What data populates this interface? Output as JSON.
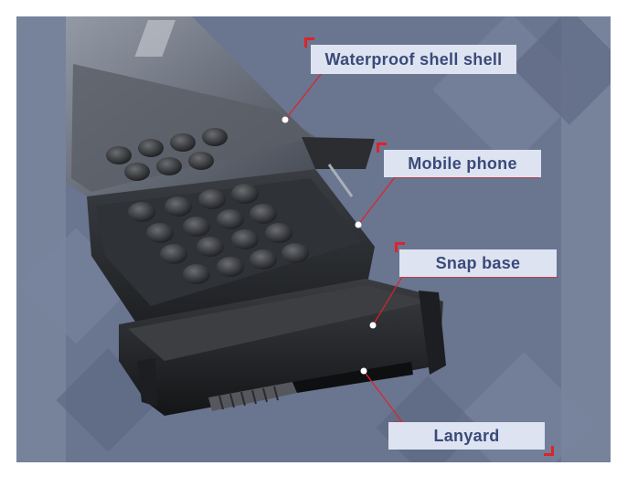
{
  "labels": {
    "shell": "Waterproof shell shell",
    "phone": "Mobile phone",
    "base": "Snap base",
    "lanyard": "Lanyard"
  },
  "colors": {
    "background": "#6a7590",
    "label_bg": "#dde3f0",
    "label_text": "#3a4a7a",
    "accent_red": "#e0222a",
    "product_dark": "#2a2c30"
  }
}
